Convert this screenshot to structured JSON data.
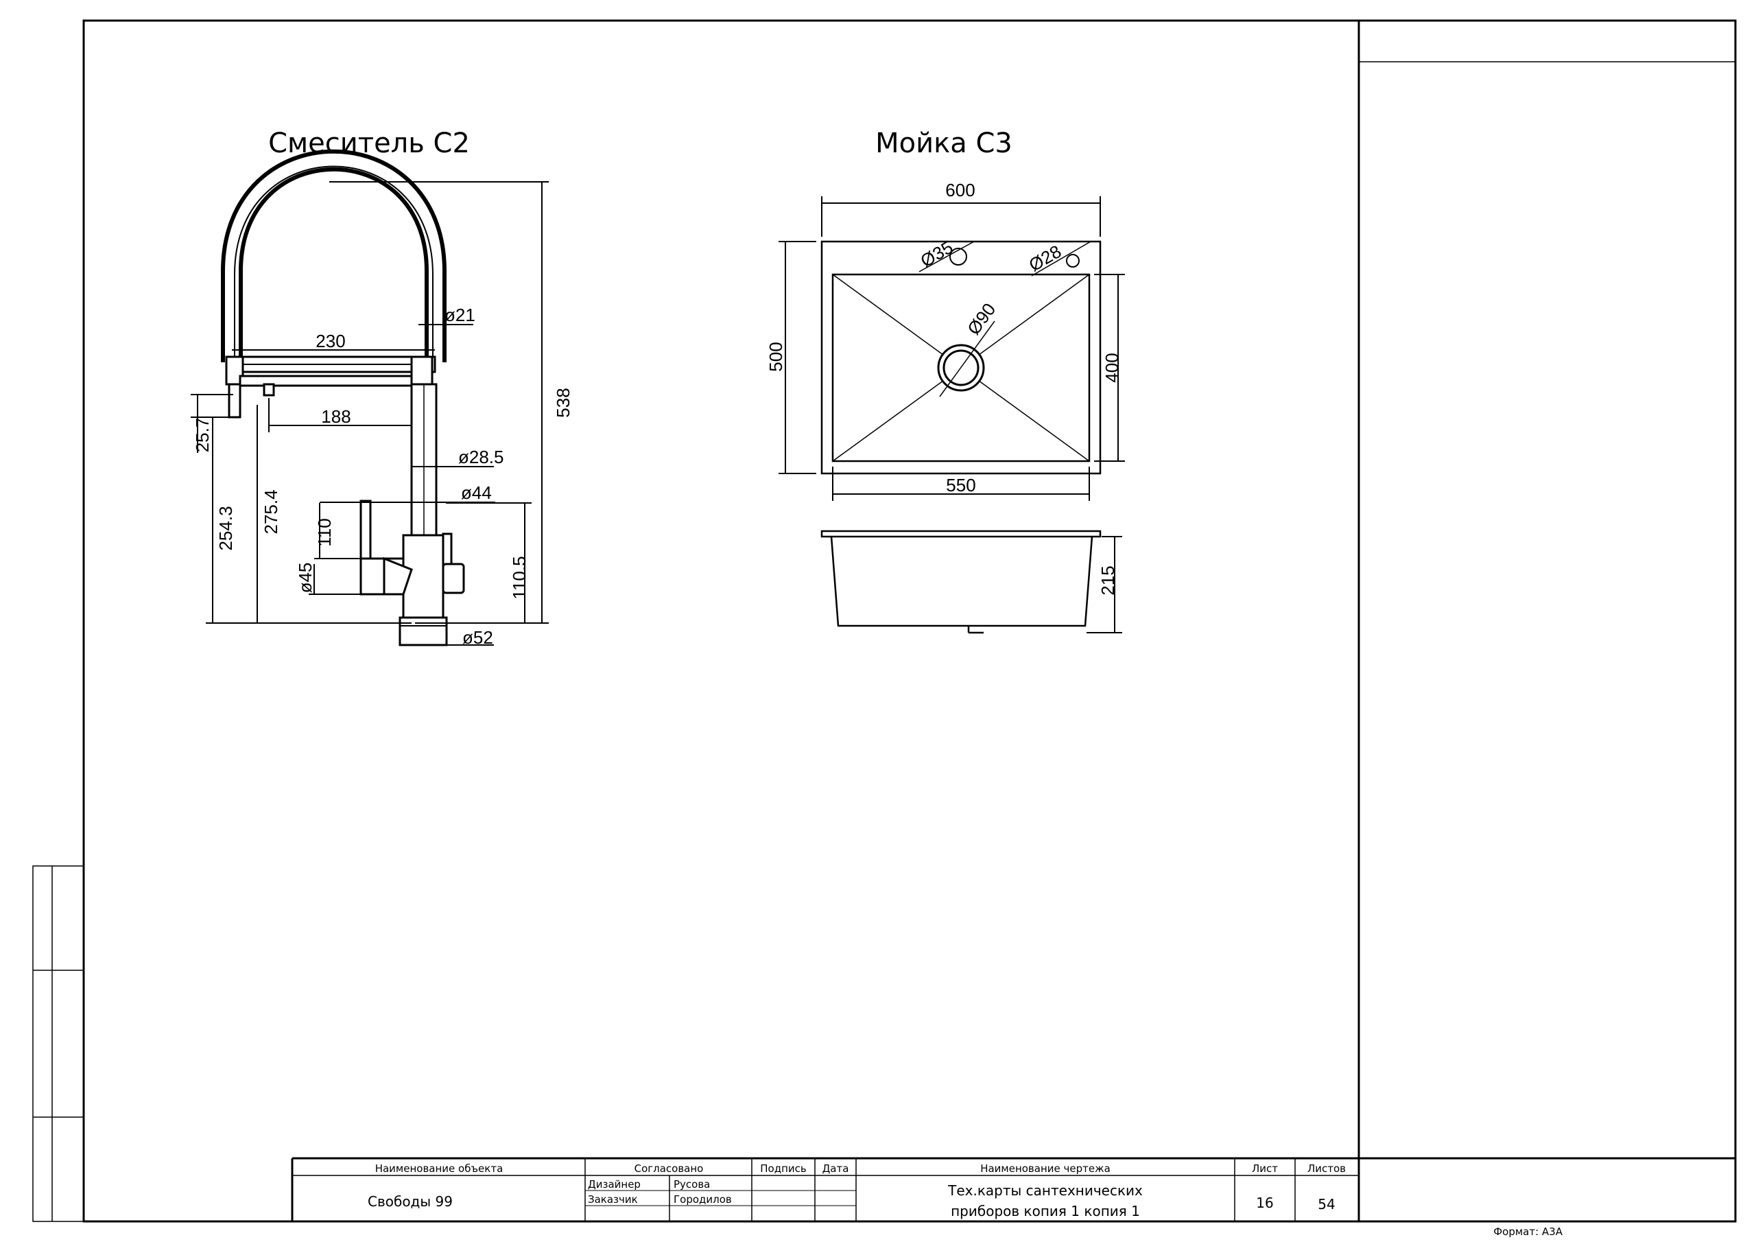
{
  "drawing": {
    "faucet": {
      "title": "Смеситель С2",
      "dims": {
        "d21": "ø21",
        "w230": "230",
        "w188": "188",
        "d28_5": "ø28.5",
        "d44": "ø44",
        "h538": "538",
        "h25_7": "25.7",
        "h254_3": "254.3",
        "h275_4": "275.4",
        "h110": "110",
        "d45": "ø45",
        "h110_5": "110.5",
        "d52": "ø52"
      }
    },
    "sink": {
      "title": "Мойка С3",
      "dims": {
        "w600": "600",
        "h500": "500",
        "d35": "Ø35",
        "d28": "Ø28",
        "d90": "Ø90",
        "h400": "400",
        "w550": "550",
        "h215": "215"
      }
    }
  },
  "stamp": {
    "headers": {
      "object_name": "Наименование объекта",
      "agreed": "Согласовано",
      "signature": "Подпись",
      "date": "Дата",
      "drawing_name": "Наименование чертежа",
      "sheet": "Лист",
      "sheets": "Листов"
    },
    "object_value": "Свободы 99",
    "roles": [
      {
        "role": "Дизайнер",
        "name": "Русова"
      },
      {
        "role": "Заказчик",
        "name": "Городилов"
      }
    ],
    "drawing_name_line1": "Тех.карты сантехнических",
    "drawing_name_line2": "приборов копия 1 копия 1",
    "sheet_value": "16",
    "sheets_value": "54"
  },
  "format_label": "Формат: А3А"
}
